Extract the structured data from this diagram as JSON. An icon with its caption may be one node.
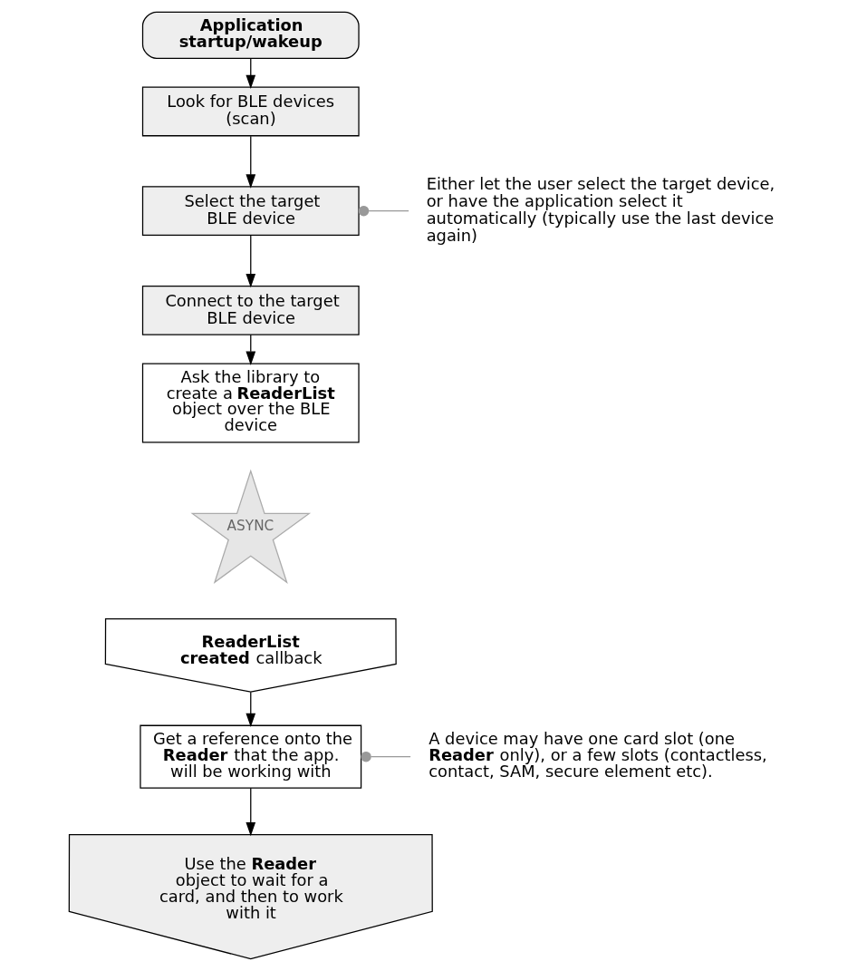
{
  "diagram": {
    "nodes": [
      {
        "text": [
          "Application startup/wakeup"
        ]
      },
      {
        "text": [
          "Look for BLE devices (scan)"
        ]
      },
      {
        "text": [
          "Select the target BLE device"
        ]
      },
      {
        "text": [
          "Connect to the target BLE device"
        ]
      },
      {
        "text": [
          "Ask the library to create a **ReaderList** object over the BLE device"
        ]
      },
      {
        "text": [
          "ASYNC"
        ]
      },
      {
        "text": [
          "**ReaderList created** callback"
        ]
      },
      {
        "text": [
          "Get a reference onto the **Reader** that the app. will be working with"
        ]
      },
      {
        "text": [
          "Use the **Reader** object to wait for a card, and then to work with it"
        ]
      },
      {
        "text": [
          "Either let the user select the target device, or have the application select it automatically (typically use the last device again)"
        ]
      },
      {
        "text": [
          "A device may have one card slot (one **Reader** only), or a few slots (contactless, contact, SAM, secure element etc)."
        ]
      }
    ],
    "edges": [
      {
        "from": 0,
        "to": 1,
        "arrow": "to"
      },
      {
        "from": 1,
        "to": 2,
        "arrow": "to"
      },
      {
        "from": 2,
        "to": 3,
        "arrow": "to"
      },
      {
        "from": 3,
        "to": 4,
        "arrow": "to"
      },
      {
        "from": 6,
        "to": 7,
        "arrow": "to"
      },
      {
        "from": 7,
        "to": 8,
        "arrow": "to"
      },
      {
        "from": 9,
        "to": 2,
        "arrow": "other",
        "color": "#999999"
      },
      {
        "from": 10,
        "to": 7,
        "arrow": "other",
        "color": "#999999"
      }
    ]
  }
}
